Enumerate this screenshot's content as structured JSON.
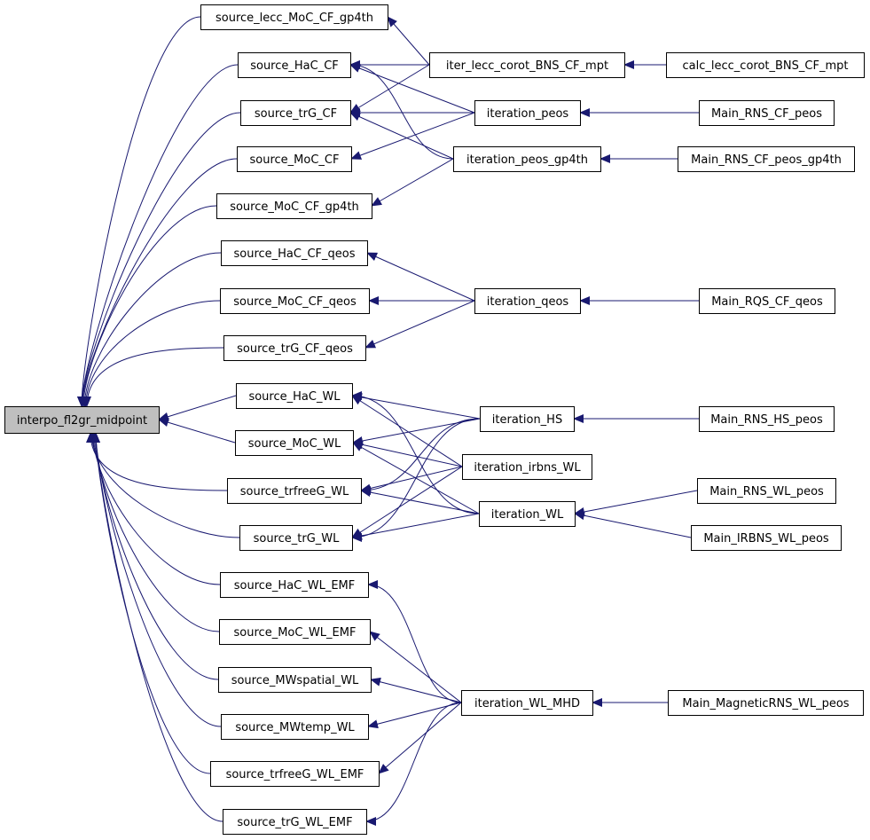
{
  "diagram": {
    "colors": {
      "edge": "#191970",
      "node_fill": "#ffffff",
      "root_fill": "#bfbfbf",
      "border": "#000000"
    },
    "root": "interpo_fl2gr_midpoint",
    "nodes": [
      {
        "id": "interpo_fl2gr_midpoint",
        "label": "interpo_fl2gr_midpoint"
      },
      {
        "id": "source_lecc_MoC_CF_gp4th",
        "label": "source_lecc_MoC_CF_gp4th"
      },
      {
        "id": "source_HaC_CF",
        "label": "source_HaC_CF"
      },
      {
        "id": "source_trG_CF",
        "label": "source_trG_CF"
      },
      {
        "id": "source_MoC_CF",
        "label": "source_MoC_CF"
      },
      {
        "id": "source_MoC_CF_gp4th",
        "label": "source_MoC_CF_gp4th"
      },
      {
        "id": "source_HaC_CF_qeos",
        "label": "source_HaC_CF_qeos"
      },
      {
        "id": "source_MoC_CF_qeos",
        "label": "source_MoC_CF_qeos"
      },
      {
        "id": "source_trG_CF_qeos",
        "label": "source_trG_CF_qeos"
      },
      {
        "id": "source_HaC_WL",
        "label": "source_HaC_WL"
      },
      {
        "id": "source_MoC_WL",
        "label": "source_MoC_WL"
      },
      {
        "id": "source_trfreeG_WL",
        "label": "source_trfreeG_WL"
      },
      {
        "id": "source_trG_WL",
        "label": "source_trG_WL"
      },
      {
        "id": "source_HaC_WL_EMF",
        "label": "source_HaC_WL_EMF"
      },
      {
        "id": "source_MoC_WL_EMF",
        "label": "source_MoC_WL_EMF"
      },
      {
        "id": "source_MWspatial_WL",
        "label": "source_MWspatial_WL"
      },
      {
        "id": "source_MWtemp_WL",
        "label": "source_MWtemp_WL"
      },
      {
        "id": "source_trfreeG_WL_EMF",
        "label": "source_trfreeG_WL_EMF"
      },
      {
        "id": "source_trG_WL_EMF",
        "label": "source_trG_WL_EMF"
      },
      {
        "id": "iter_lecc_corot_BNS_CF_mpt",
        "label": "iter_lecc_corot_BNS_CF_mpt"
      },
      {
        "id": "iteration_peos",
        "label": "iteration_peos"
      },
      {
        "id": "iteration_peos_gp4th",
        "label": "iteration_peos_gp4th"
      },
      {
        "id": "iteration_qeos",
        "label": "iteration_qeos"
      },
      {
        "id": "iteration_HS",
        "label": "iteration_HS"
      },
      {
        "id": "iteration_irbns_WL",
        "label": "iteration_irbns_WL"
      },
      {
        "id": "iteration_WL",
        "label": "iteration_WL"
      },
      {
        "id": "iteration_WL_MHD",
        "label": "iteration_WL_MHD"
      },
      {
        "id": "calc_lecc_corot_BNS_CF_mpt",
        "label": "calc_lecc_corot_BNS_CF_mpt"
      },
      {
        "id": "Main_RNS_CF_peos",
        "label": "Main_RNS_CF_peos"
      },
      {
        "id": "Main_RNS_CF_peos_gp4th",
        "label": "Main_RNS_CF_peos_gp4th"
      },
      {
        "id": "Main_RQS_CF_qeos",
        "label": "Main_RQS_CF_qeos"
      },
      {
        "id": "Main_RNS_HS_peos",
        "label": "Main_RNS_HS_peos"
      },
      {
        "id": "Main_RNS_WL_peos",
        "label": "Main_RNS_WL_peos"
      },
      {
        "id": "Main_IRBNS_WL_peos",
        "label": "Main_IRBNS_WL_peos"
      },
      {
        "id": "Main_MagneticRNS_WL_peos",
        "label": "Main_MagneticRNS_WL_peos"
      }
    ],
    "edges": [
      {
        "from": "source_lecc_MoC_CF_gp4th",
        "to": "interpo_fl2gr_midpoint"
      },
      {
        "from": "source_HaC_CF",
        "to": "interpo_fl2gr_midpoint"
      },
      {
        "from": "source_trG_CF",
        "to": "interpo_fl2gr_midpoint"
      },
      {
        "from": "source_MoC_CF",
        "to": "interpo_fl2gr_midpoint"
      },
      {
        "from": "source_MoC_CF_gp4th",
        "to": "interpo_fl2gr_midpoint"
      },
      {
        "from": "source_HaC_CF_qeos",
        "to": "interpo_fl2gr_midpoint"
      },
      {
        "from": "source_MoC_CF_qeos",
        "to": "interpo_fl2gr_midpoint"
      },
      {
        "from": "source_trG_CF_qeos",
        "to": "interpo_fl2gr_midpoint"
      },
      {
        "from": "source_HaC_WL",
        "to": "interpo_fl2gr_midpoint"
      },
      {
        "from": "source_MoC_WL",
        "to": "interpo_fl2gr_midpoint"
      },
      {
        "from": "source_trfreeG_WL",
        "to": "interpo_fl2gr_midpoint"
      },
      {
        "from": "source_trG_WL",
        "to": "interpo_fl2gr_midpoint"
      },
      {
        "from": "source_HaC_WL_EMF",
        "to": "interpo_fl2gr_midpoint"
      },
      {
        "from": "source_MoC_WL_EMF",
        "to": "interpo_fl2gr_midpoint"
      },
      {
        "from": "source_MWspatial_WL",
        "to": "interpo_fl2gr_midpoint"
      },
      {
        "from": "source_MWtemp_WL",
        "to": "interpo_fl2gr_midpoint"
      },
      {
        "from": "source_trfreeG_WL_EMF",
        "to": "interpo_fl2gr_midpoint"
      },
      {
        "from": "source_trG_WL_EMF",
        "to": "interpo_fl2gr_midpoint"
      },
      {
        "from": "iter_lecc_corot_BNS_CF_mpt",
        "to": "source_lecc_MoC_CF_gp4th"
      },
      {
        "from": "iter_lecc_corot_BNS_CF_mpt",
        "to": "source_HaC_CF"
      },
      {
        "from": "iter_lecc_corot_BNS_CF_mpt",
        "to": "source_trG_CF"
      },
      {
        "from": "iteration_peos",
        "to": "source_HaC_CF"
      },
      {
        "from": "iteration_peos",
        "to": "source_trG_CF"
      },
      {
        "from": "iteration_peos",
        "to": "source_MoC_CF"
      },
      {
        "from": "iteration_peos_gp4th",
        "to": "source_HaC_CF"
      },
      {
        "from": "iteration_peos_gp4th",
        "to": "source_trG_CF"
      },
      {
        "from": "iteration_peos_gp4th",
        "to": "source_MoC_CF_gp4th"
      },
      {
        "from": "iteration_qeos",
        "to": "source_HaC_CF_qeos"
      },
      {
        "from": "iteration_qeos",
        "to": "source_MoC_CF_qeos"
      },
      {
        "from": "iteration_qeos",
        "to": "source_trG_CF_qeos"
      },
      {
        "from": "iteration_HS",
        "to": "source_HaC_WL"
      },
      {
        "from": "iteration_HS",
        "to": "source_MoC_WL"
      },
      {
        "from": "iteration_HS",
        "to": "source_trfreeG_WL"
      },
      {
        "from": "iteration_HS",
        "to": "source_trG_WL"
      },
      {
        "from": "iteration_irbns_WL",
        "to": "source_HaC_WL"
      },
      {
        "from": "iteration_irbns_WL",
        "to": "source_MoC_WL"
      },
      {
        "from": "iteration_irbns_WL",
        "to": "source_trfreeG_WL"
      },
      {
        "from": "iteration_irbns_WL",
        "to": "source_trG_WL"
      },
      {
        "from": "iteration_WL",
        "to": "source_HaC_WL"
      },
      {
        "from": "iteration_WL",
        "to": "source_MoC_WL"
      },
      {
        "from": "iteration_WL",
        "to": "source_trfreeG_WL"
      },
      {
        "from": "iteration_WL",
        "to": "source_trG_WL"
      },
      {
        "from": "iteration_WL_MHD",
        "to": "source_HaC_WL_EMF"
      },
      {
        "from": "iteration_WL_MHD",
        "to": "source_MoC_WL_EMF"
      },
      {
        "from": "iteration_WL_MHD",
        "to": "source_MWspatial_WL"
      },
      {
        "from": "iteration_WL_MHD",
        "to": "source_MWtemp_WL"
      },
      {
        "from": "iteration_WL_MHD",
        "to": "source_trfreeG_WL_EMF"
      },
      {
        "from": "iteration_WL_MHD",
        "to": "source_trG_WL_EMF"
      },
      {
        "from": "calc_lecc_corot_BNS_CF_mpt",
        "to": "iter_lecc_corot_BNS_CF_mpt"
      },
      {
        "from": "Main_RNS_CF_peos",
        "to": "iteration_peos"
      },
      {
        "from": "Main_RNS_CF_peos_gp4th",
        "to": "iteration_peos_gp4th"
      },
      {
        "from": "Main_RQS_CF_qeos",
        "to": "iteration_qeos"
      },
      {
        "from": "Main_RNS_HS_peos",
        "to": "iteration_HS"
      },
      {
        "from": "Main_RNS_WL_peos",
        "to": "iteration_WL"
      },
      {
        "from": "Main_IRBNS_WL_peos",
        "to": "iteration_WL"
      },
      {
        "from": "Main_MagneticRNS_WL_peos",
        "to": "iteration_WL_MHD"
      }
    ]
  }
}
